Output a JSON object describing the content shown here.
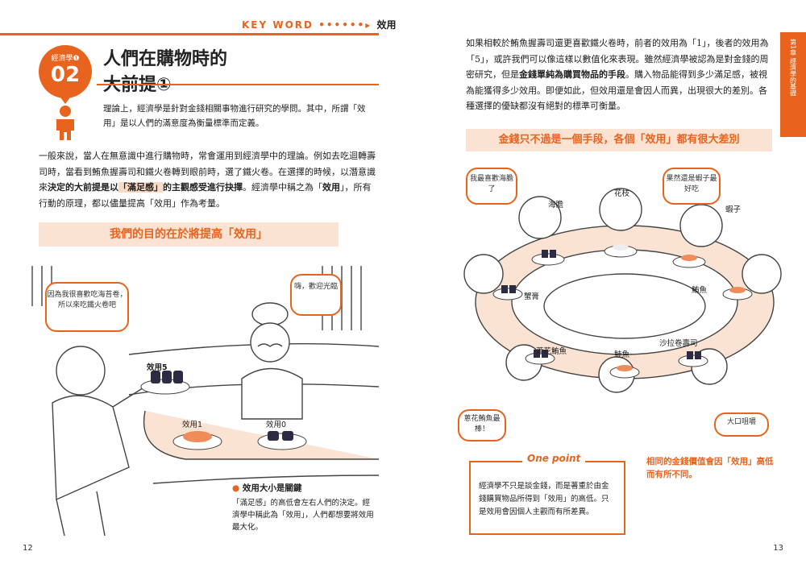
{
  "left": {
    "keyword_label": "KEY WORD",
    "keyword_arrow": "••••••▸",
    "keyword": "效用",
    "badge_top": "經濟學❶",
    "badge_num": "02",
    "title_line1": "人們在購物時的",
    "title_line2": "大前提①",
    "summary": "理論上，經濟學是針對金錢相關事物進行研究的學問。其中，所謂「效用」是以人們的滿意度為衡量標準而定義。",
    "body_parts": [
      "一般來說，當人在無意識中進行購物時，常會運用到經濟學中的理論。例如去吃迴轉壽司時，當看到鮪魚握壽司和鐵火卷轉到眼前時，選了鐵火卷。在選擇的時候，以潛意識來",
      "決定的大前提是以",
      "「滿足感」",
      "的主觀感受進行抉擇",
      "。經濟學中稱之為「",
      "效用",
      "」，所有行動的原理，都以儘量提高「效用」作為考量。"
    ],
    "pill": "我們的目的在於將提高「效用」",
    "bubble_customer": "因為我很喜歡吃海苔卷，所以來吃鐵火卷吧",
    "bubble_chef": "嗨，歡迎光臨",
    "label_u5": "效用5",
    "label_u1": "效用1",
    "label_u0": "效用0",
    "note_title": "效用大小是關鍵",
    "note_body": "「滿足感」的高低會左右人們的決定。經濟學中稱此為「效用」，人們都想要將效用最大化。",
    "page_number": "12"
  },
  "right": {
    "body": "如果相較於鮪魚握壽司還更喜歡鐵火卷時，前者的效用為「1」，後者的效用為「5」，或許我們可以像這樣以數值化來表現。雖然經濟學被認為是對金錢的周密研究，但是金錢單純為購買物品的手段。購入物品能得到多少滿足感，被視為能獲得多少效用。即便如此，但效用還是會因人而異，出現很大的差別。各種選擇的優缺都沒有絕對的標準可衡量。",
    "body_bold": "金錢單純為購買物品的手段",
    "side_tab": "第1章 經濟學的基礎",
    "pill": "金錢只不過是一個手段，各個「效用」都有很大差別",
    "bubble_tl": "我最喜歡海膽了",
    "bubble_tr": "果然還是蝦子最好吃",
    "bubble_bl": "蔥花鮪魚最棒！",
    "bubble_br": "大口咀嚼",
    "names": [
      "海膽",
      "花枝",
      "蝦子",
      "蟹膏",
      "鮪魚",
      "蔥花鮪魚",
      "鮭魚",
      "沙拉卷壽司"
    ],
    "one_point_label": "One point",
    "one_point_body": "經濟學不只是談金錢，而是著重於由金錢購買物品所得到「效用」的高低。只是效用會因個人主觀而有所差異。",
    "caption": "相同的金錢價值會因「效用」高低而有所不同。",
    "page_number": "13"
  }
}
